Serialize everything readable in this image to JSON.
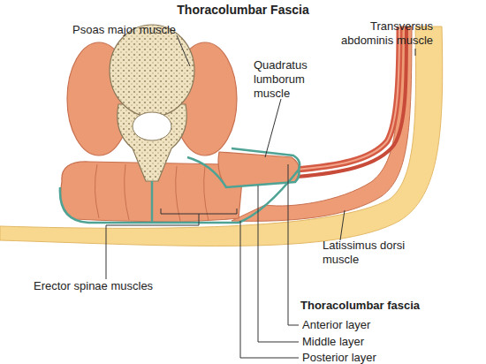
{
  "diagram": {
    "title": "Thoracolumbar Fascia",
    "labels": [
      "Psoas major muscle",
      "Transversus abdominis muscle",
      "Quadratus lumborum muscle",
      "Latissimus dorsi muscle",
      "Erector spinae muscles",
      "Thoracolumbar fascia",
      "Anterior layer",
      "Middle layer",
      "Posterior layer"
    ]
  }
}
